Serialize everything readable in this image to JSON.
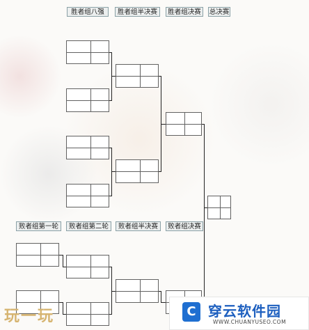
{
  "headers": {
    "winners_round8": "胜者组八强",
    "winners_semifinal": "胜者组半决赛",
    "winners_final": "胜者组决赛",
    "grand_final": "总决赛",
    "losers_round1": "败者组第一轮",
    "losers_round2": "败者组第二轮",
    "losers_semifinal": "败者组半决赛",
    "losers_final": "败者组决赛"
  },
  "watermark": {
    "left_text": "玩一玩",
    "site_name": "穿云软件园",
    "site_url": "WWW.CHUANYUSEO.COM",
    "logo_glyph": "C"
  }
}
